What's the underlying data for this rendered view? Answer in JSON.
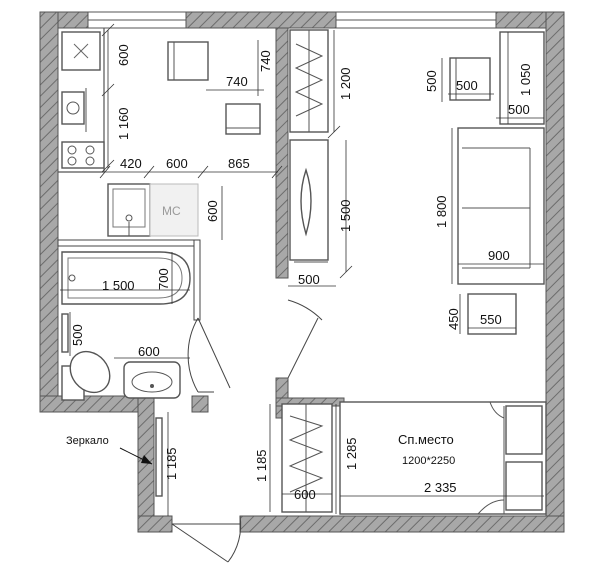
{
  "labels": {
    "mirror": "Зеркало",
    "sleeping_place": "Сп.место",
    "bed_size": "1200*2250",
    "microwave": "МС"
  },
  "dims": {
    "k_600_v": "600",
    "k_1160_v": "1 160",
    "chair_740_h": "740",
    "chair_740_v": "740",
    "k_420": "420",
    "k_600_h": "600",
    "k_865": "865",
    "mc_600_v": "600",
    "bath_1500": "1 500",
    "bath_700": "700",
    "wc_500_v": "500",
    "sink_600": "600",
    "hall_1185_left": "1 185",
    "wardrobe_1200": "1 200",
    "wardrobe_1500": "1 500",
    "wardrobe_500": "500",
    "closet_1185": "1 185",
    "closet_600": "600",
    "desk_500_v": "500",
    "desk_500_h": "500",
    "desk_1050": "1 050",
    "desk_500_b": "500",
    "sofa_1800": "1 800",
    "sofa_900": "900",
    "table_450": "450",
    "table_550": "550",
    "bed_1285": "1 285",
    "bed_2335": "2 335"
  },
  "colors": {
    "wall_fill": "#9a9a9a",
    "line": "#333333"
  }
}
